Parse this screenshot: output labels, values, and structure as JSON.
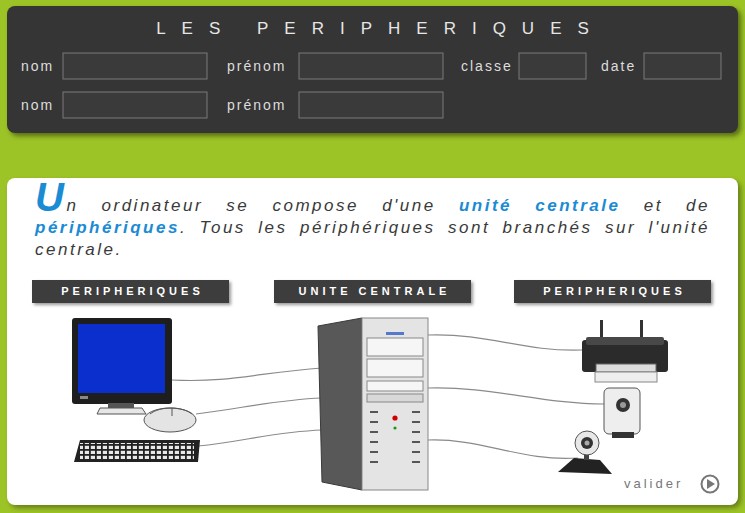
{
  "diagram": {
    "title": "LES PERIPHERIQUES",
    "nodes": [
      {
        "text": [
          "PERIPHERIQUES"
        ]
      },
      {
        "text": [
          "UNITE CENTRALE"
        ]
      },
      {
        "text": [
          "PERIPHERIQUES"
        ]
      }
    ],
    "labels": [
      "nom",
      "prénom",
      "classe",
      "date",
      "nom",
      "prénom",
      "Un ordinateur se compose d'une",
      "unité centrale",
      "et de",
      "périphériques",
      ". Tous les périphériques sont branchés sur l'unité centrale.",
      "valider"
    ]
  }
}
